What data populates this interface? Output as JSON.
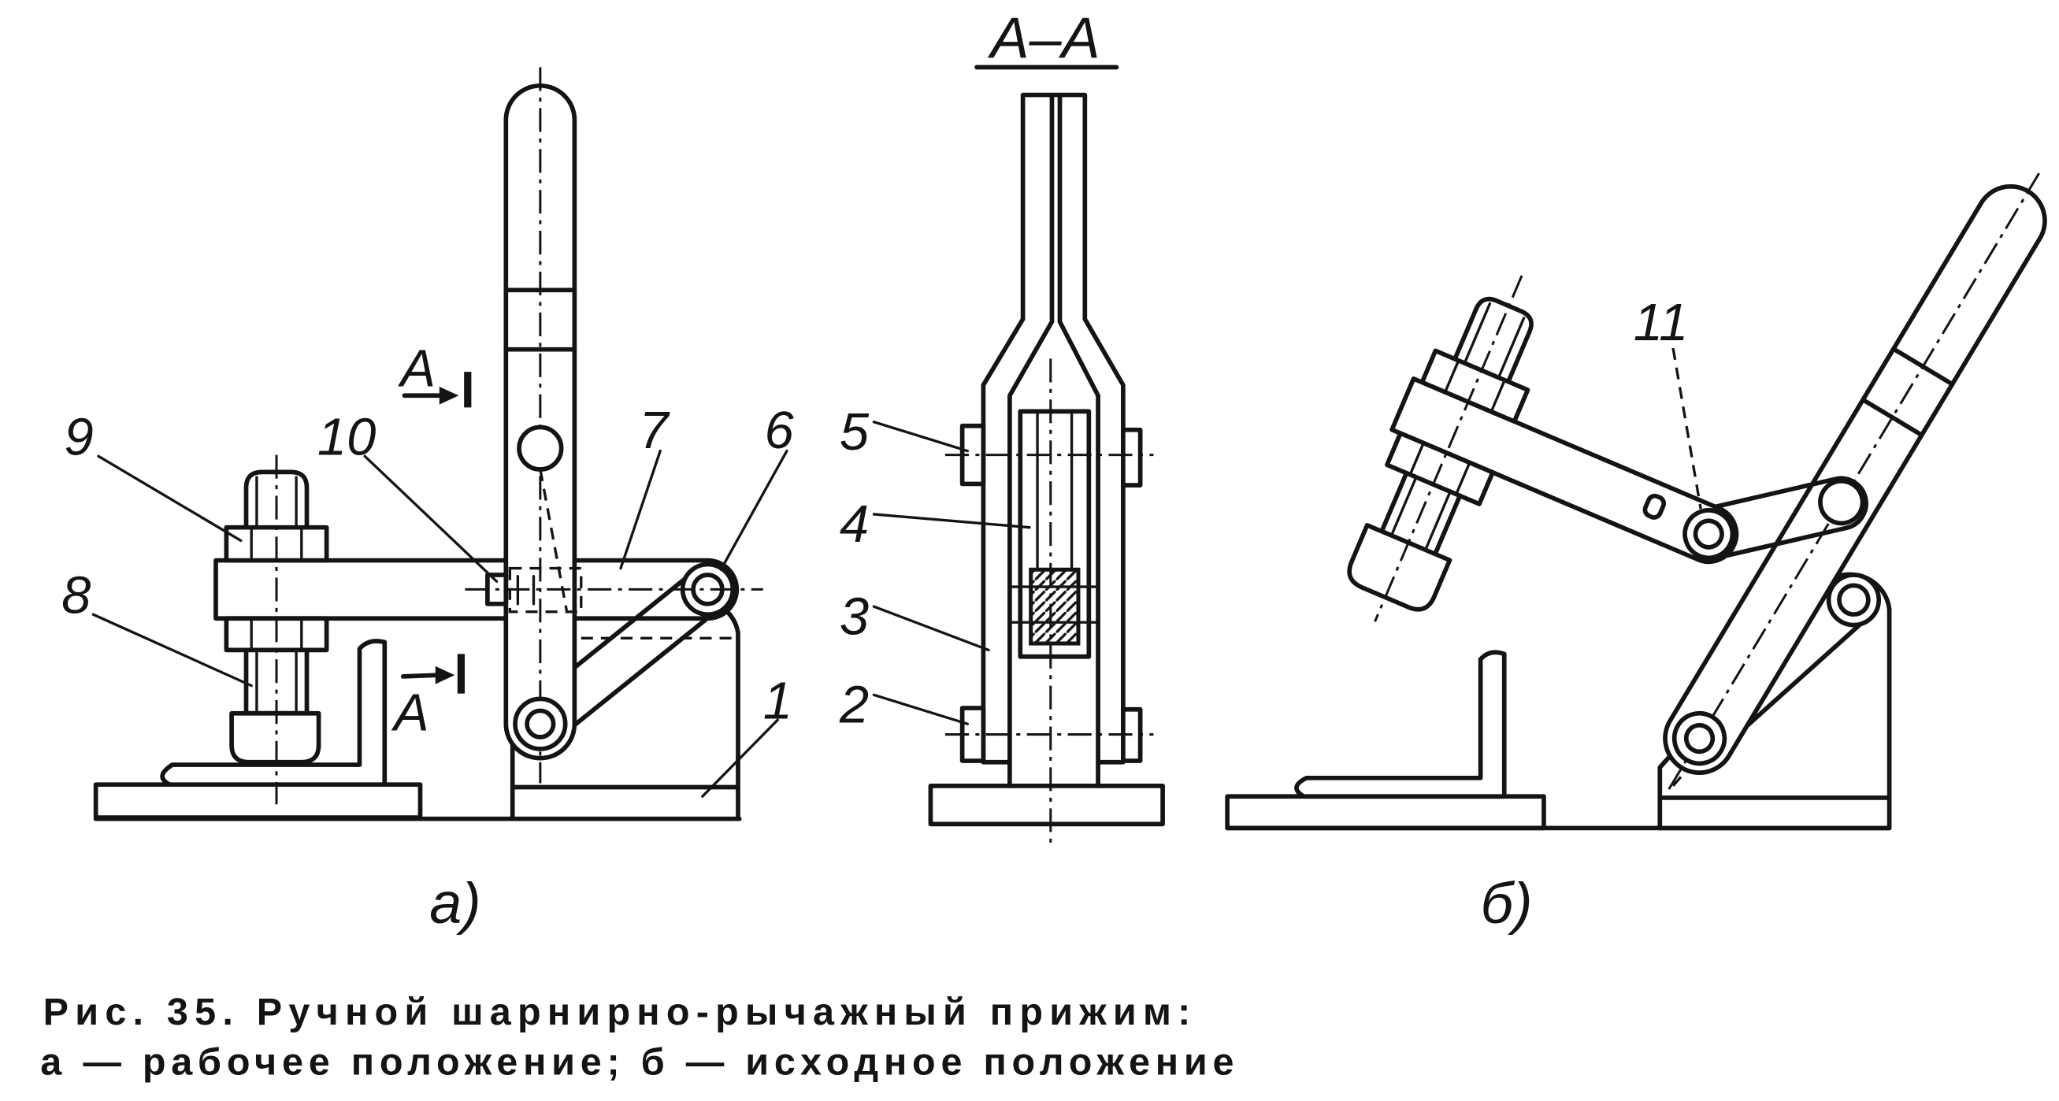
{
  "colors": {
    "ink": "#141414",
    "paper": "#ffffff"
  },
  "view_a": {
    "label": "а)",
    "section_mark_upper": "А",
    "section_mark_lower": "А",
    "callouts": [
      "9",
      "10",
      "7",
      "6",
      "8",
      "1"
    ]
  },
  "section_view": {
    "title": "А–А",
    "callouts": [
      "5",
      "4",
      "3",
      "2"
    ]
  },
  "view_b": {
    "label": "б)",
    "callouts": [
      "11"
    ]
  },
  "caption": {
    "line1": "Рис. 35. Ручной шарнирно-рычажный прижим:",
    "line2": "а — рабочее положение; б — исходное положение"
  }
}
